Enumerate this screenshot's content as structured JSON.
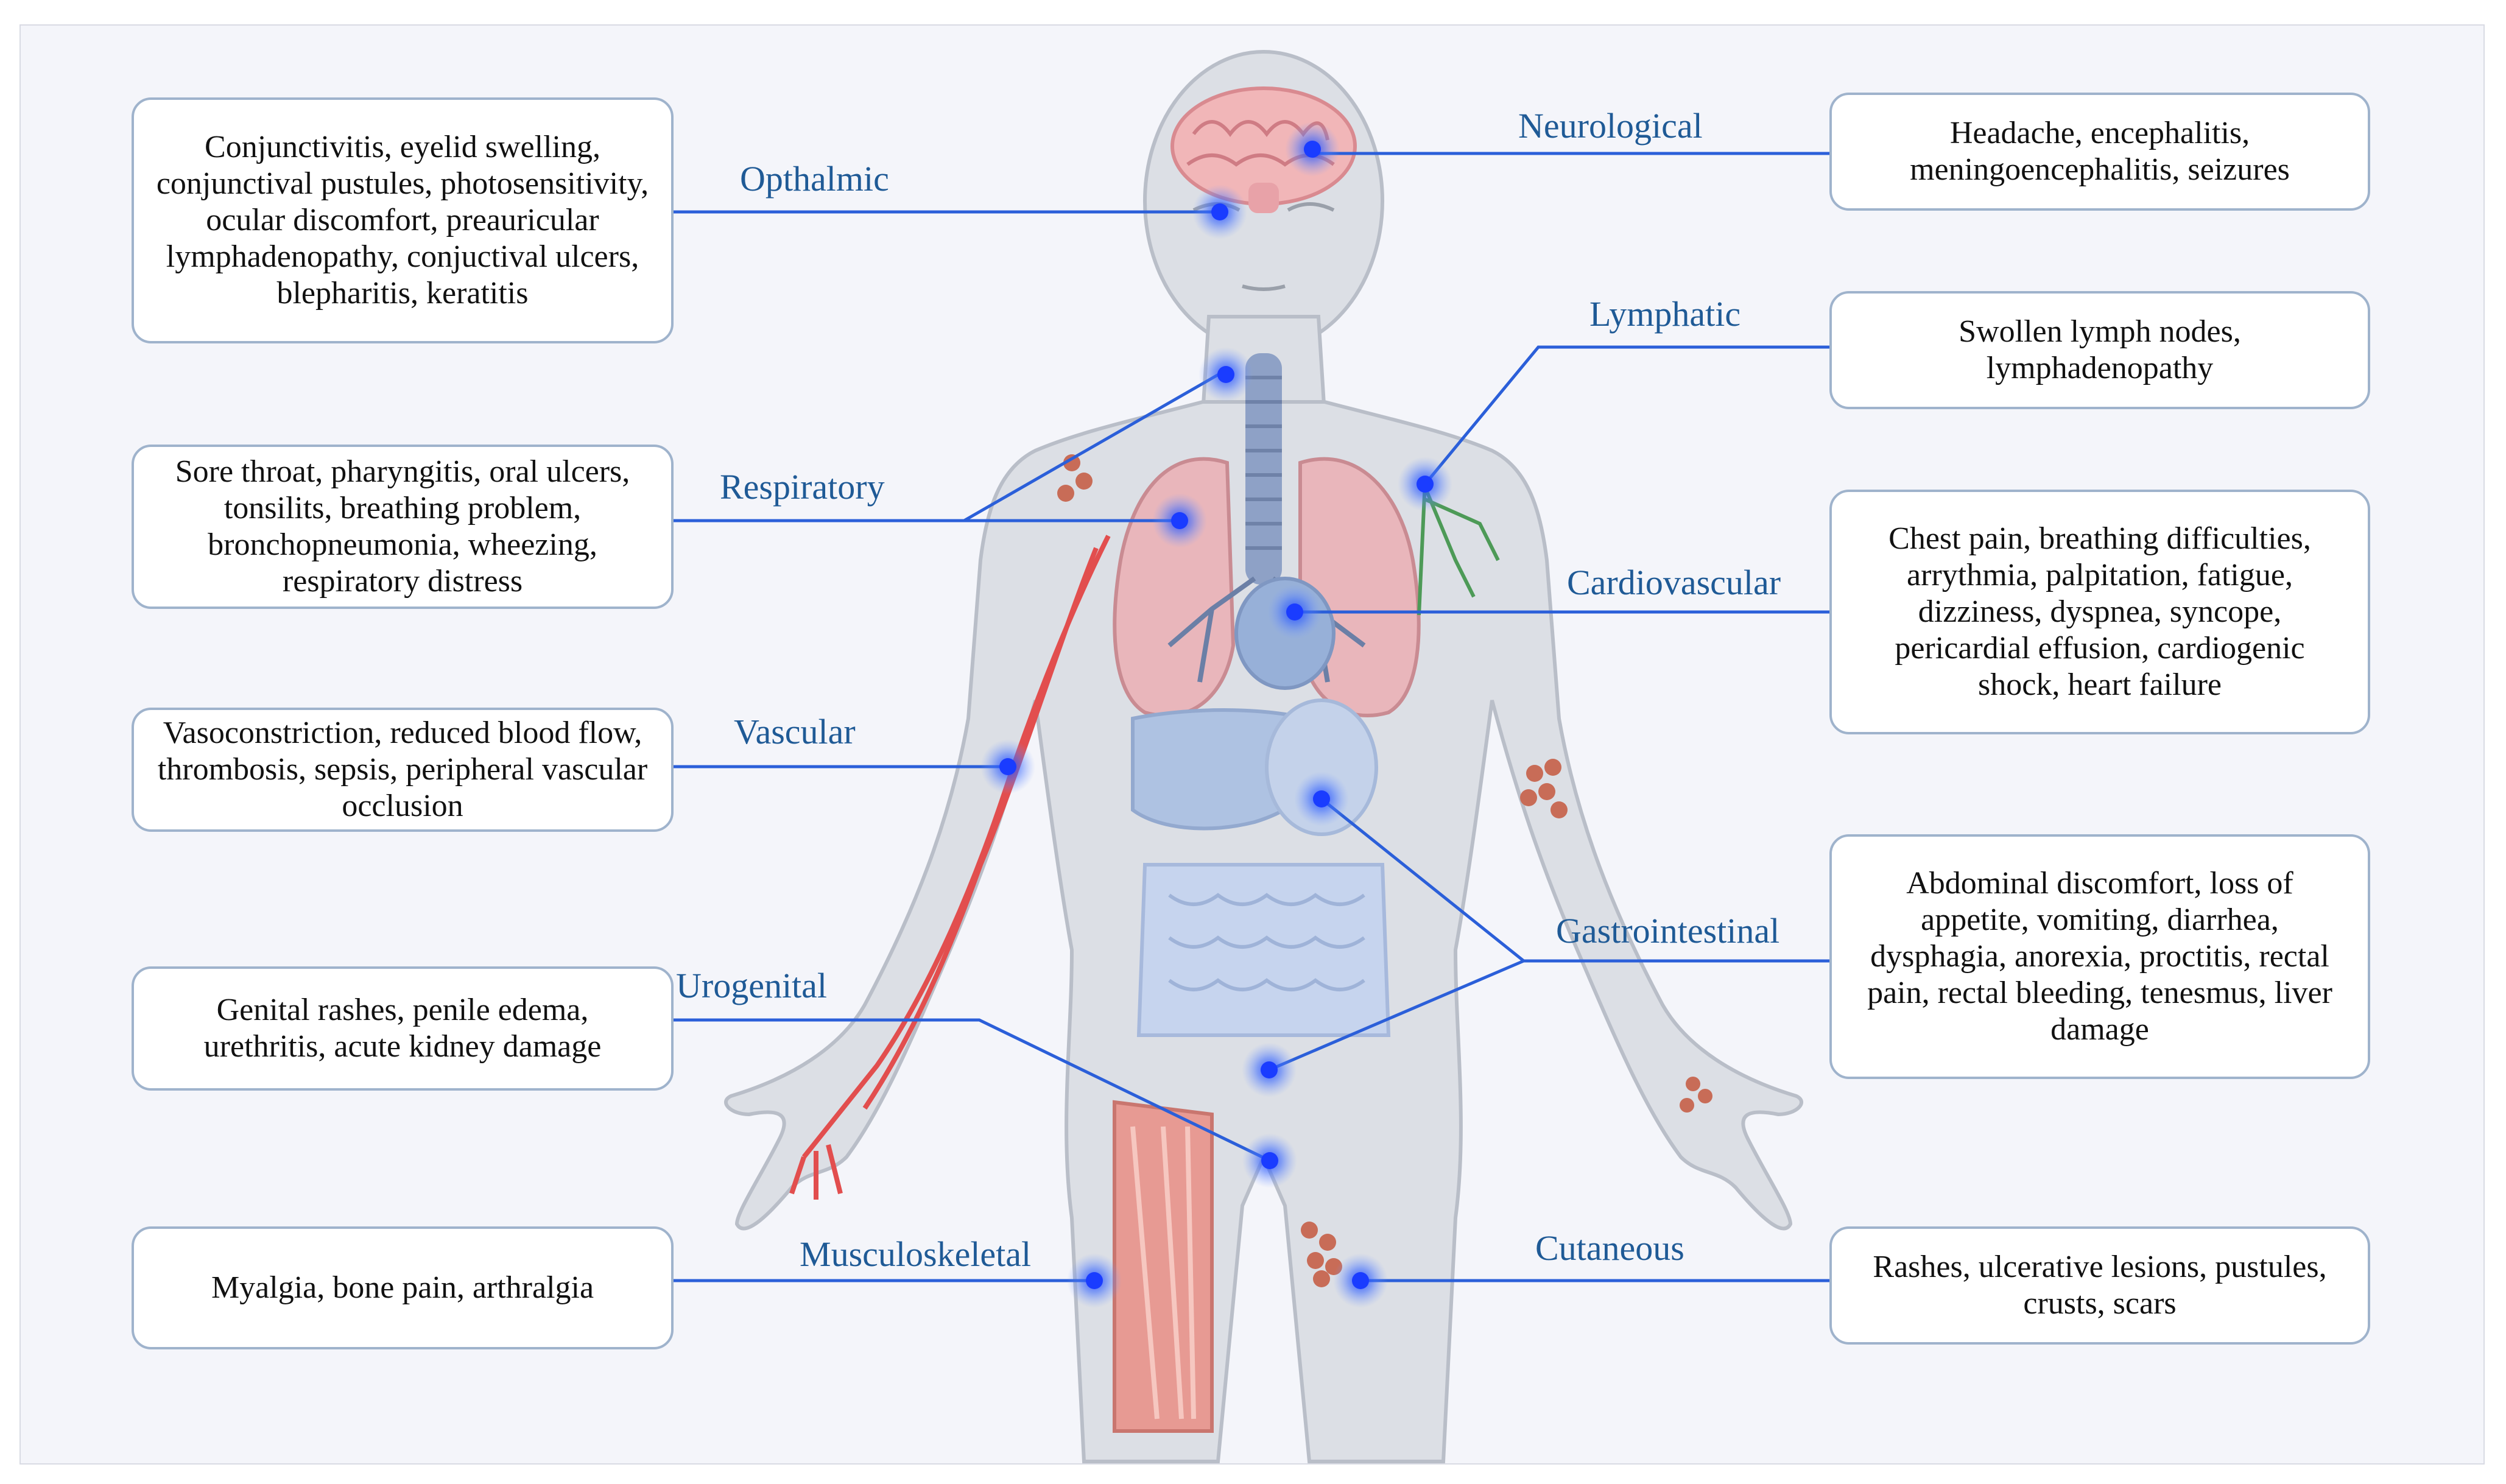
{
  "colors": {
    "background": "#f4f5fa",
    "box_border": "#9fb3cc",
    "system_label": "#1f5a96",
    "connector": "#2b5fd9",
    "marker": "#1a3cff",
    "body": "#dadde3"
  },
  "systems": {
    "ophthalmic": {
      "label": "Opthalmic",
      "symptoms": "Conjunctivitis, eyelid swelling, conjunctival pustules, photosensitivity, ocular discomfort, preauricular lymphadenopathy, conjuctival ulcers, blepharitis, keratitis"
    },
    "respiratory": {
      "label": "Respiratory",
      "symptoms": "Sore throat, pharyngitis, oral ulcers, tonsilits, breathing problem, bronchopneumonia, wheezing, respiratory distress"
    },
    "vascular": {
      "label": "Vascular",
      "symptoms": "Vasoconstriction, reduced blood flow, thrombosis, sepsis, peripheral vascular occlusion"
    },
    "urogenital": {
      "label": "Urogenital",
      "symptoms": "Genital rashes, penile edema, urethritis, acute kidney damage"
    },
    "musculoskeletal": {
      "label": "Musculoskeletal",
      "symptoms": "Myalgia, bone pain, arthralgia"
    },
    "neurological": {
      "label": "Neurological",
      "symptoms": "Headache, encephalitis, meningoencephalitis, seizures"
    },
    "lymphatic": {
      "label": "Lymphatic",
      "symptoms": "Swollen lymph nodes, lymphadenopathy"
    },
    "cardiovascular": {
      "label": "Cardiovascular",
      "symptoms": "Chest pain, breathing difficulties, arrythmia, palpitation, fatigue, dizziness, dyspnea, syncope, pericardial effusion, cardiogenic shock, heart failure"
    },
    "gastrointestinal": {
      "label": "Gastrointestinal",
      "symptoms": "Abdominal discomfort, loss of appetite, vomiting, diarrhea, dysphagia, anorexia, proctitis, rectal pain, rectal bleeding, tenesmus, liver damage"
    },
    "cutaneous": {
      "label": "Cutaneous",
      "symptoms": "Rashes, ulcerative lesions, pustules, crusts, scars"
    }
  }
}
